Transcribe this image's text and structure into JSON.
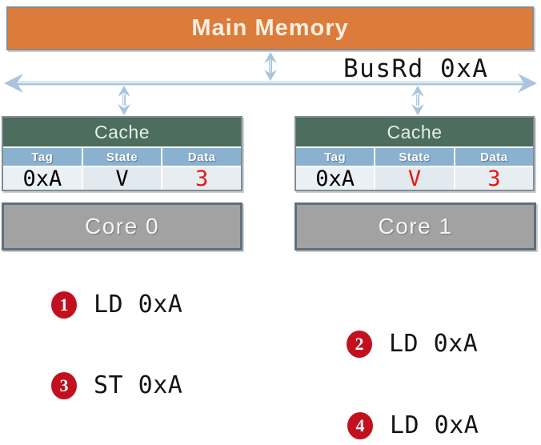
{
  "memory": {
    "label": "Main Memory"
  },
  "bus": {
    "label": "BusRd 0xA"
  },
  "caches": [
    {
      "title": "Cache",
      "columns": [
        "Tag",
        "State",
        "Data"
      ],
      "row": {
        "tag": "0xA",
        "state": "V",
        "data": "3"
      }
    },
    {
      "title": "Cache",
      "columns": [
        "Tag",
        "State",
        "Data"
      ],
      "row": {
        "tag": "0xA",
        "state": "V",
        "data": "3"
      }
    }
  ],
  "cores": [
    {
      "label": "Core 0"
    },
    {
      "label": "Core 1"
    }
  ],
  "events": [
    {
      "num": "1",
      "text": "LD 0xA"
    },
    {
      "num": "2",
      "text": "LD 0xA"
    },
    {
      "num": "3",
      "text": "ST 0xA"
    },
    {
      "num": "4",
      "text": "LD 0xA"
    }
  ],
  "cell_colors": {
    "cache0": {
      "tag": "#000000",
      "state": "#000000",
      "data": "#E41710"
    },
    "cache1": {
      "tag": "#000000",
      "state": "#E41710",
      "data": "#E41710"
    }
  },
  "colors": {
    "memory_fill": "#DC7C3C",
    "cache_header_green": "#4D6D5E",
    "column_header_blue": "#8BB1D0",
    "data_row_fill": "#E9EFF4",
    "core_fill": "#A2A2A2",
    "arrow_blue": "#A9C5DD",
    "highlight_red": "#E41710",
    "badge_red": "#C2101F"
  }
}
